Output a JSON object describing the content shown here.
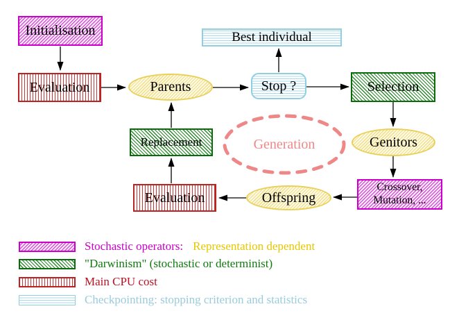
{
  "diagram": {
    "nodes": {
      "initialisation": "Initialisation",
      "evaluation_top": "Evaluation",
      "parents": "Parents",
      "stop": "Stop ?",
      "best_individual": "Best individual",
      "selection": "Selection",
      "genitors": "Genitors",
      "crossover_line1": "Crossover,",
      "crossover_line2": "Mutation, ...",
      "offspring": "Offspring",
      "evaluation_bottom": "Evaluation",
      "replacement": "Replacement",
      "generation": "Generation"
    },
    "legend": {
      "stochastic_label": "Stochastic operators:",
      "stochastic_label2": "Representation dependent",
      "darwinism_label": "\"Darwinism\" (stochastic or determinist)",
      "cpu_label": "Main CPU cost",
      "checkpoint_label": "Checkpointing: stopping criterion and statistics"
    },
    "colors": {
      "magenta": "#cc00cc",
      "gold": "#e6c800",
      "green": "#0f7a0f",
      "dark_red": "#bb1122",
      "light_blue": "#99ccdd",
      "salmon": "#ee8888",
      "yellow_border": "#e8d05a"
    }
  }
}
